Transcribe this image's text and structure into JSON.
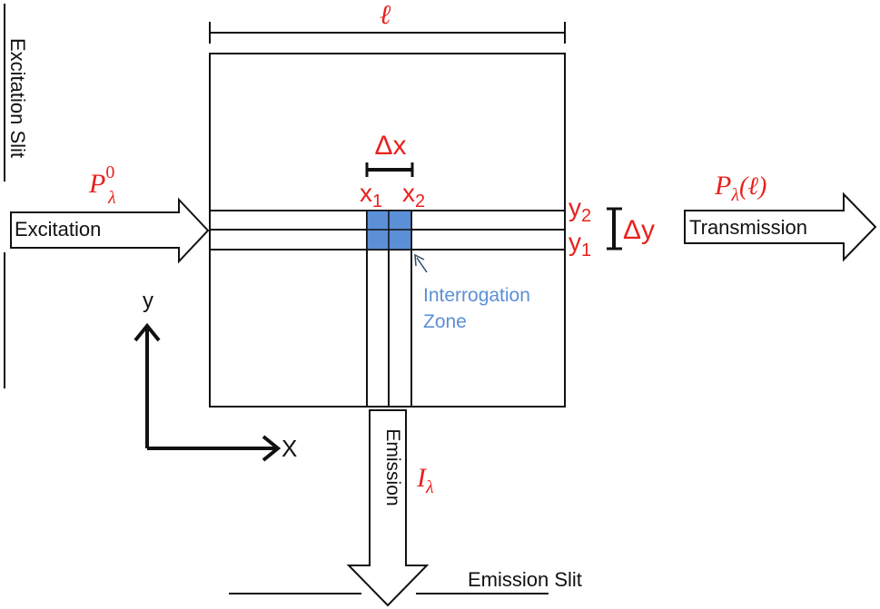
{
  "labels": {
    "length": "ℓ",
    "excitation_slit": "Excitation Slit",
    "p0_base": "P",
    "p0_sub": "λ",
    "p0_sup": "0",
    "excitation": "Excitation",
    "delta_x": "Δx",
    "x1_base": "x",
    "x1_sub": "1",
    "x2_base": "x",
    "x2_sub": "2",
    "y2_base": "y",
    "y2_sub": "2",
    "y1_base": "y",
    "y1_sub": "1",
    "delta_y": "Δy",
    "pl_base": "P",
    "pl_sub": "λ",
    "pl_arg": "(ℓ)",
    "transmission": "Transmission",
    "interrogation_line1": "Interrogation",
    "interrogation_line2": "Zone",
    "axis_y": "y",
    "axis_x": "X",
    "emission": "Emission",
    "il_base": "I",
    "il_sub": "λ",
    "emission_slit": "Emission Slit"
  },
  "colors": {
    "red": "#e8211c",
    "zone_blue": "#5b8fd6",
    "zone_text_blue": "#5b8fd6",
    "line": "#111111"
  }
}
